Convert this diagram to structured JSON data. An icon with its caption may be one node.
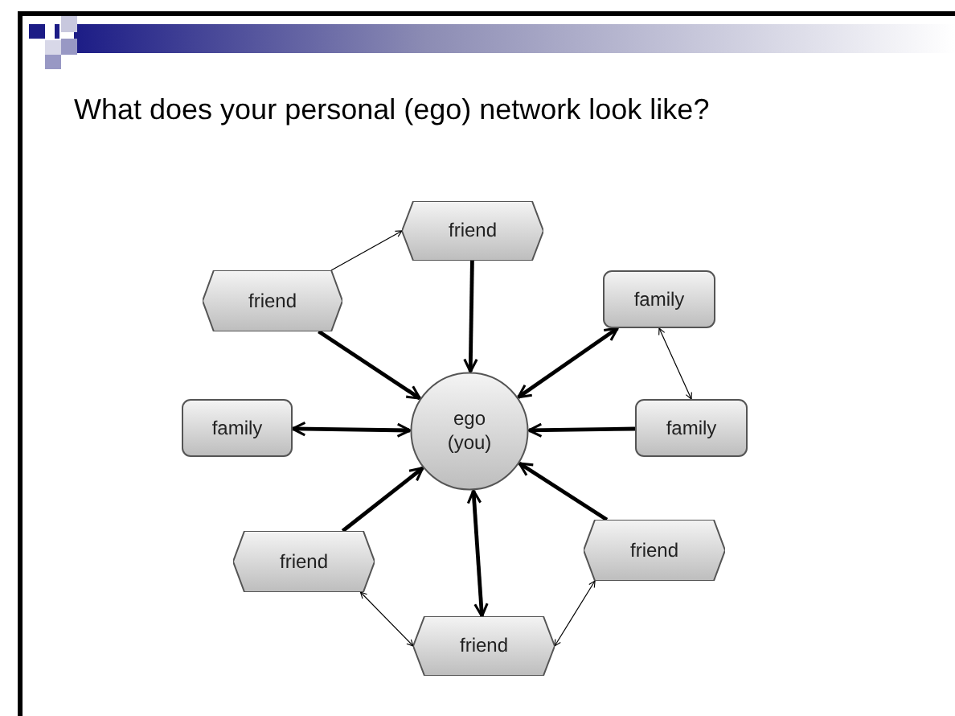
{
  "diagram": {
    "title": "What does your personal (ego) network look like?",
    "nodes": [
      {
        "text": [
          "friend"
        ]
      },
      {
        "text": [
          "friend"
        ]
      },
      {
        "text": [
          "family"
        ]
      },
      {
        "text": [
          "family"
        ]
      },
      {
        "text": [
          "ego (you)"
        ]
      },
      {
        "text": [
          "family"
        ]
      },
      {
        "text": [
          "friend"
        ]
      },
      {
        "text": [
          "friend"
        ]
      },
      {
        "text": [
          "friend"
        ]
      }
    ],
    "edges": [
      {
        "from": 0,
        "to": 4,
        "arrow": "to"
      },
      {
        "from": 1,
        "to": 4,
        "arrow": "to"
      },
      {
        "from": 2,
        "to": 4,
        "arrow": "both"
      },
      {
        "from": 3,
        "to": 4,
        "arrow": "both"
      },
      {
        "from": 5,
        "to": 4,
        "arrow": "to"
      },
      {
        "from": 7,
        "to": 4,
        "arrow": "to"
      },
      {
        "from": 8,
        "to": 4,
        "arrow": "both"
      },
      {
        "from": 6,
        "to": 4,
        "arrow": "to"
      },
      {
        "from": 1,
        "to": 0,
        "arrow": "to"
      },
      {
        "from": 2,
        "to": 5,
        "arrow": "both"
      },
      {
        "from": 7,
        "to": 8,
        "arrow": "both"
      },
      {
        "from": 6,
        "to": 8,
        "arrow": "both"
      }
    ]
  }
}
